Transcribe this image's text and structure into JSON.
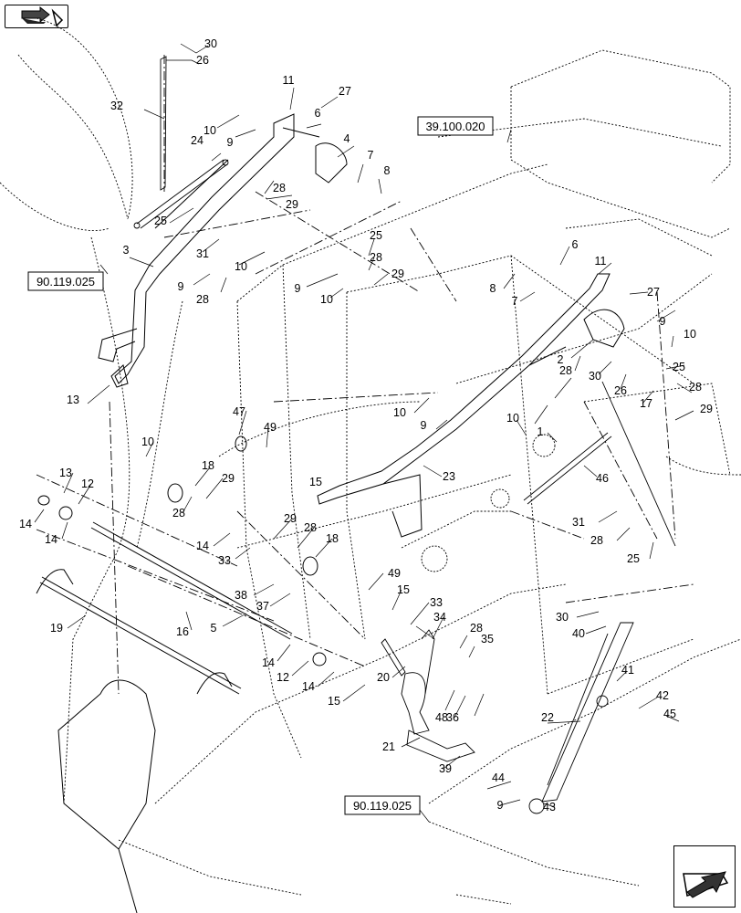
{
  "nav": {
    "top_icon": "forward-arrow-icon",
    "bottom_icon": "back-arrow-icon"
  },
  "ref_labels": [
    "39.100.020",
    "90.119.025",
    "90.119.025"
  ],
  "callouts": [
    "30",
    "26",
    "32",
    "24",
    "3",
    "13",
    "11",
    "27",
    "6",
    "10",
    "9",
    "4",
    "7",
    "8",
    "28",
    "29",
    "25",
    "31",
    "10",
    "9",
    "28",
    "25",
    "28",
    "29",
    "9",
    "10",
    "6",
    "8",
    "7",
    "11",
    "27",
    "9",
    "10",
    "2",
    "28",
    "30",
    "26",
    "17",
    "25",
    "28",
    "29",
    "10",
    "9",
    "10",
    "1",
    "23",
    "46",
    "47",
    "49",
    "10",
    "13",
    "12",
    "14",
    "14",
    "18",
    "29",
    "28",
    "15",
    "14",
    "33",
    "29",
    "28",
    "18",
    "38",
    "37",
    "5",
    "16",
    "19",
    "14",
    "12",
    "14",
    "15",
    "49",
    "15",
    "33",
    "34",
    "28",
    "35",
    "20",
    "48",
    "36",
    "21",
    "39",
    "31",
    "28",
    "25",
    "30",
    "40",
    "41",
    "42",
    "45",
    "22",
    "44",
    "9",
    "43"
  ]
}
